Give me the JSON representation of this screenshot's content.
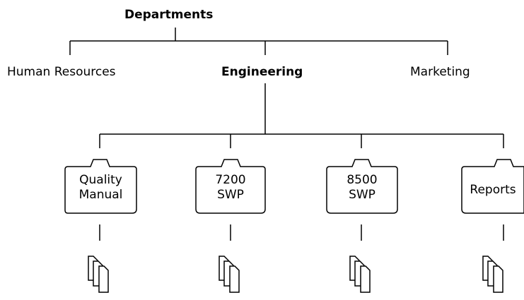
{
  "root": {
    "label": "Departments"
  },
  "departments": [
    {
      "label": "Human Resources"
    },
    {
      "label": "Engineering"
    },
    {
      "label": "Marketing"
    }
  ],
  "engineering_folders": [
    {
      "line1": "Quality",
      "line2": "Manual"
    },
    {
      "line1": "7200",
      "line2": "SWP"
    },
    {
      "line1": "8500",
      "line2": "SWP"
    },
    {
      "line1": "Reports",
      "line2": ""
    }
  ],
  "icons": {
    "folder": "folder-icon",
    "documents": "document-stack-icon"
  }
}
